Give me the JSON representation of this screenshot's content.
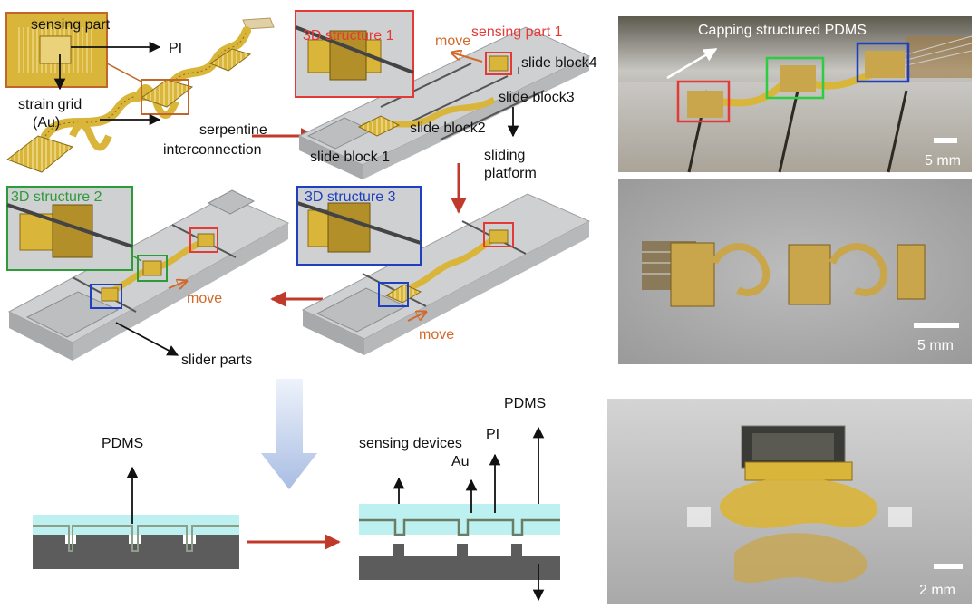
{
  "panel_a": {
    "sensing_part": "sensing part",
    "pi": "PI",
    "strain_grid_line1": "strain grid",
    "strain_grid_line2": "(Au)",
    "serpentine_line1": "serpentine",
    "serpentine_line2": "interconnection"
  },
  "panel_b": {
    "structure1": "3D structure 1",
    "move": "move",
    "sensing_part_1": "sensing part 1",
    "slide_block4": "slide block4",
    "slide_block3": "slide block3",
    "slide_block2": "slide block2",
    "slide_block1": "slide block 1",
    "sliding_line1": "sliding",
    "sliding_line2": "platform"
  },
  "panel_c": {
    "structure2": "3D structure 2",
    "move": "move",
    "slider_parts": "slider parts"
  },
  "panel_d": {
    "structure3": "3D structure 3",
    "move": "move"
  },
  "panel_e": {
    "pdms": "PDMS"
  },
  "panel_f": {
    "pdms": "PDMS",
    "sensing_devices": "sensing devices",
    "pi": "PI",
    "au": "Au"
  },
  "photos": {
    "top_caption": "Capping structured PDMS",
    "top_scale": "5 mm",
    "mid_scale": "5 mm",
    "bottom_scale": "2 mm"
  },
  "colors": {
    "red": "#e53935",
    "green": "#2e9b3a",
    "blue": "#1e3fbf",
    "orange": "#d2692a",
    "gold": "#d9b53a",
    "platform": "#c8c9cb",
    "pdms_cyan": "#bdf1f1",
    "substrate": "#5c5c5c"
  }
}
